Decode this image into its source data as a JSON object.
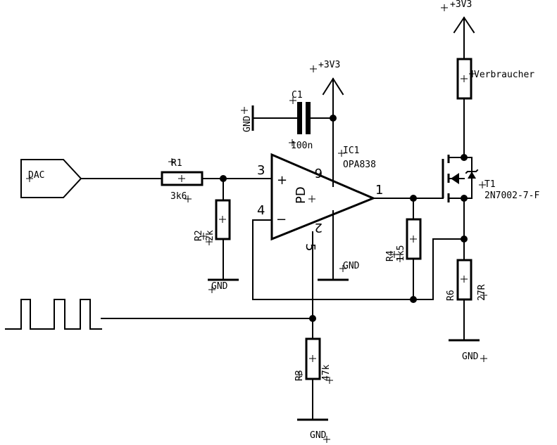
{
  "schematic": {
    "supply_top": "+3V3",
    "supply_opamp": "+3V3",
    "dac_label": "DAC",
    "r1": {
      "name": "R1",
      "value": "3k6"
    },
    "r2": {
      "name": "R2",
      "value": "2k"
    },
    "r3": {
      "name": "R3",
      "value": "47k"
    },
    "r4": {
      "name": "R4",
      "value": "1k5"
    },
    "r6": {
      "name": "R6",
      "value": "27R"
    },
    "c1": {
      "name": "C1",
      "value": "100n"
    },
    "ic1": {
      "name": "IC1",
      "part": "OPA838",
      "pin_in_plus": "3",
      "pin_in_minus": "4",
      "pin_out": "1",
      "pin_vcc": "6",
      "pin_gnd": "2",
      "pin_pd": "5",
      "pd_label": "PD",
      "plus_sign": "+",
      "minus_sign": "−"
    },
    "t1": {
      "name": "T1",
      "part": "2N7002-7-F"
    },
    "load": "Verbraucher",
    "gnd_labels": [
      "GND",
      "GND",
      "GND",
      "GND",
      "GND"
    ]
  }
}
